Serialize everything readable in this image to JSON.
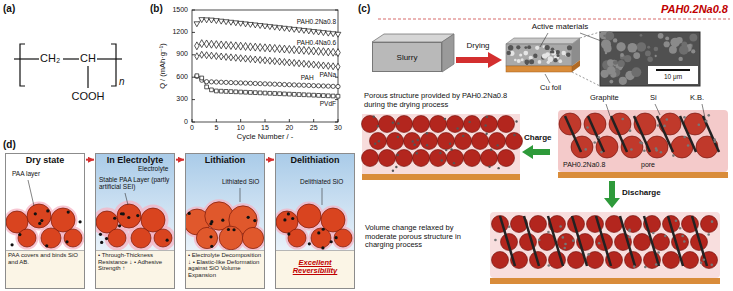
{
  "diagram": {
    "nodes": [
      {
        "text": [
          "Slurry"
        ]
      },
      {
        "text": [
          "Dry state",
          "PAA covers and binds SiO and AB."
        ]
      },
      {
        "text": [
          "In Electrolyte",
          "• Through-Thickness Resistance ↓ • Adhesive Strength ↑"
        ]
      },
      {
        "text": [
          "Lithiation",
          "• Electrolyte Decomposition ↓ • Elastic-like Deformation against SiO Volume Expansion"
        ]
      },
      {
        "text": [
          "Delithiation",
          "Excellent Reversibility"
        ]
      }
    ],
    "edges": [
      {
        "from": 1,
        "to": 2,
        "arrow": "to"
      },
      {
        "from": 2,
        "to": 3,
        "arrow": "to"
      },
      {
        "from": 3,
        "to": 4,
        "arrow": "to"
      }
    ],
    "labels": [
      "(a)",
      "CH₂",
      "CH",
      "COOH",
      "n",
      "(b)",
      "1500",
      "1200",
      "900",
      "600",
      "300",
      "0",
      "0",
      "5",
      "10",
      "15",
      "20",
      "25",
      "30",
      "Q / (mAh·g⁻¹)",
      "Cycle Number / -",
      "PAH0.2Na0.8",
      "PAH0.4Na0.6",
      "PANa",
      "PAH",
      "PVdF",
      "(c)",
      "PAH0.2Na0.8",
      "Drying",
      "Active materials",
      "10 μm",
      "Cu foil",
      "Porous structure provided by PAH0.2Na0.8 during the drying process",
      "Graphite",
      "Si",
      "K.B.",
      "PAH0.2Na0.8",
      "pore",
      "Charge",
      "Discharge",
      "Volume change relaxed by moderate porous structure in charging process",
      "(d)",
      "PAA layer",
      "Electrolyte",
      "Stable PAA Layer (partly artificial SEI)",
      "Lithiated SiO",
      "Delithiated SiO"
    ]
  }
}
